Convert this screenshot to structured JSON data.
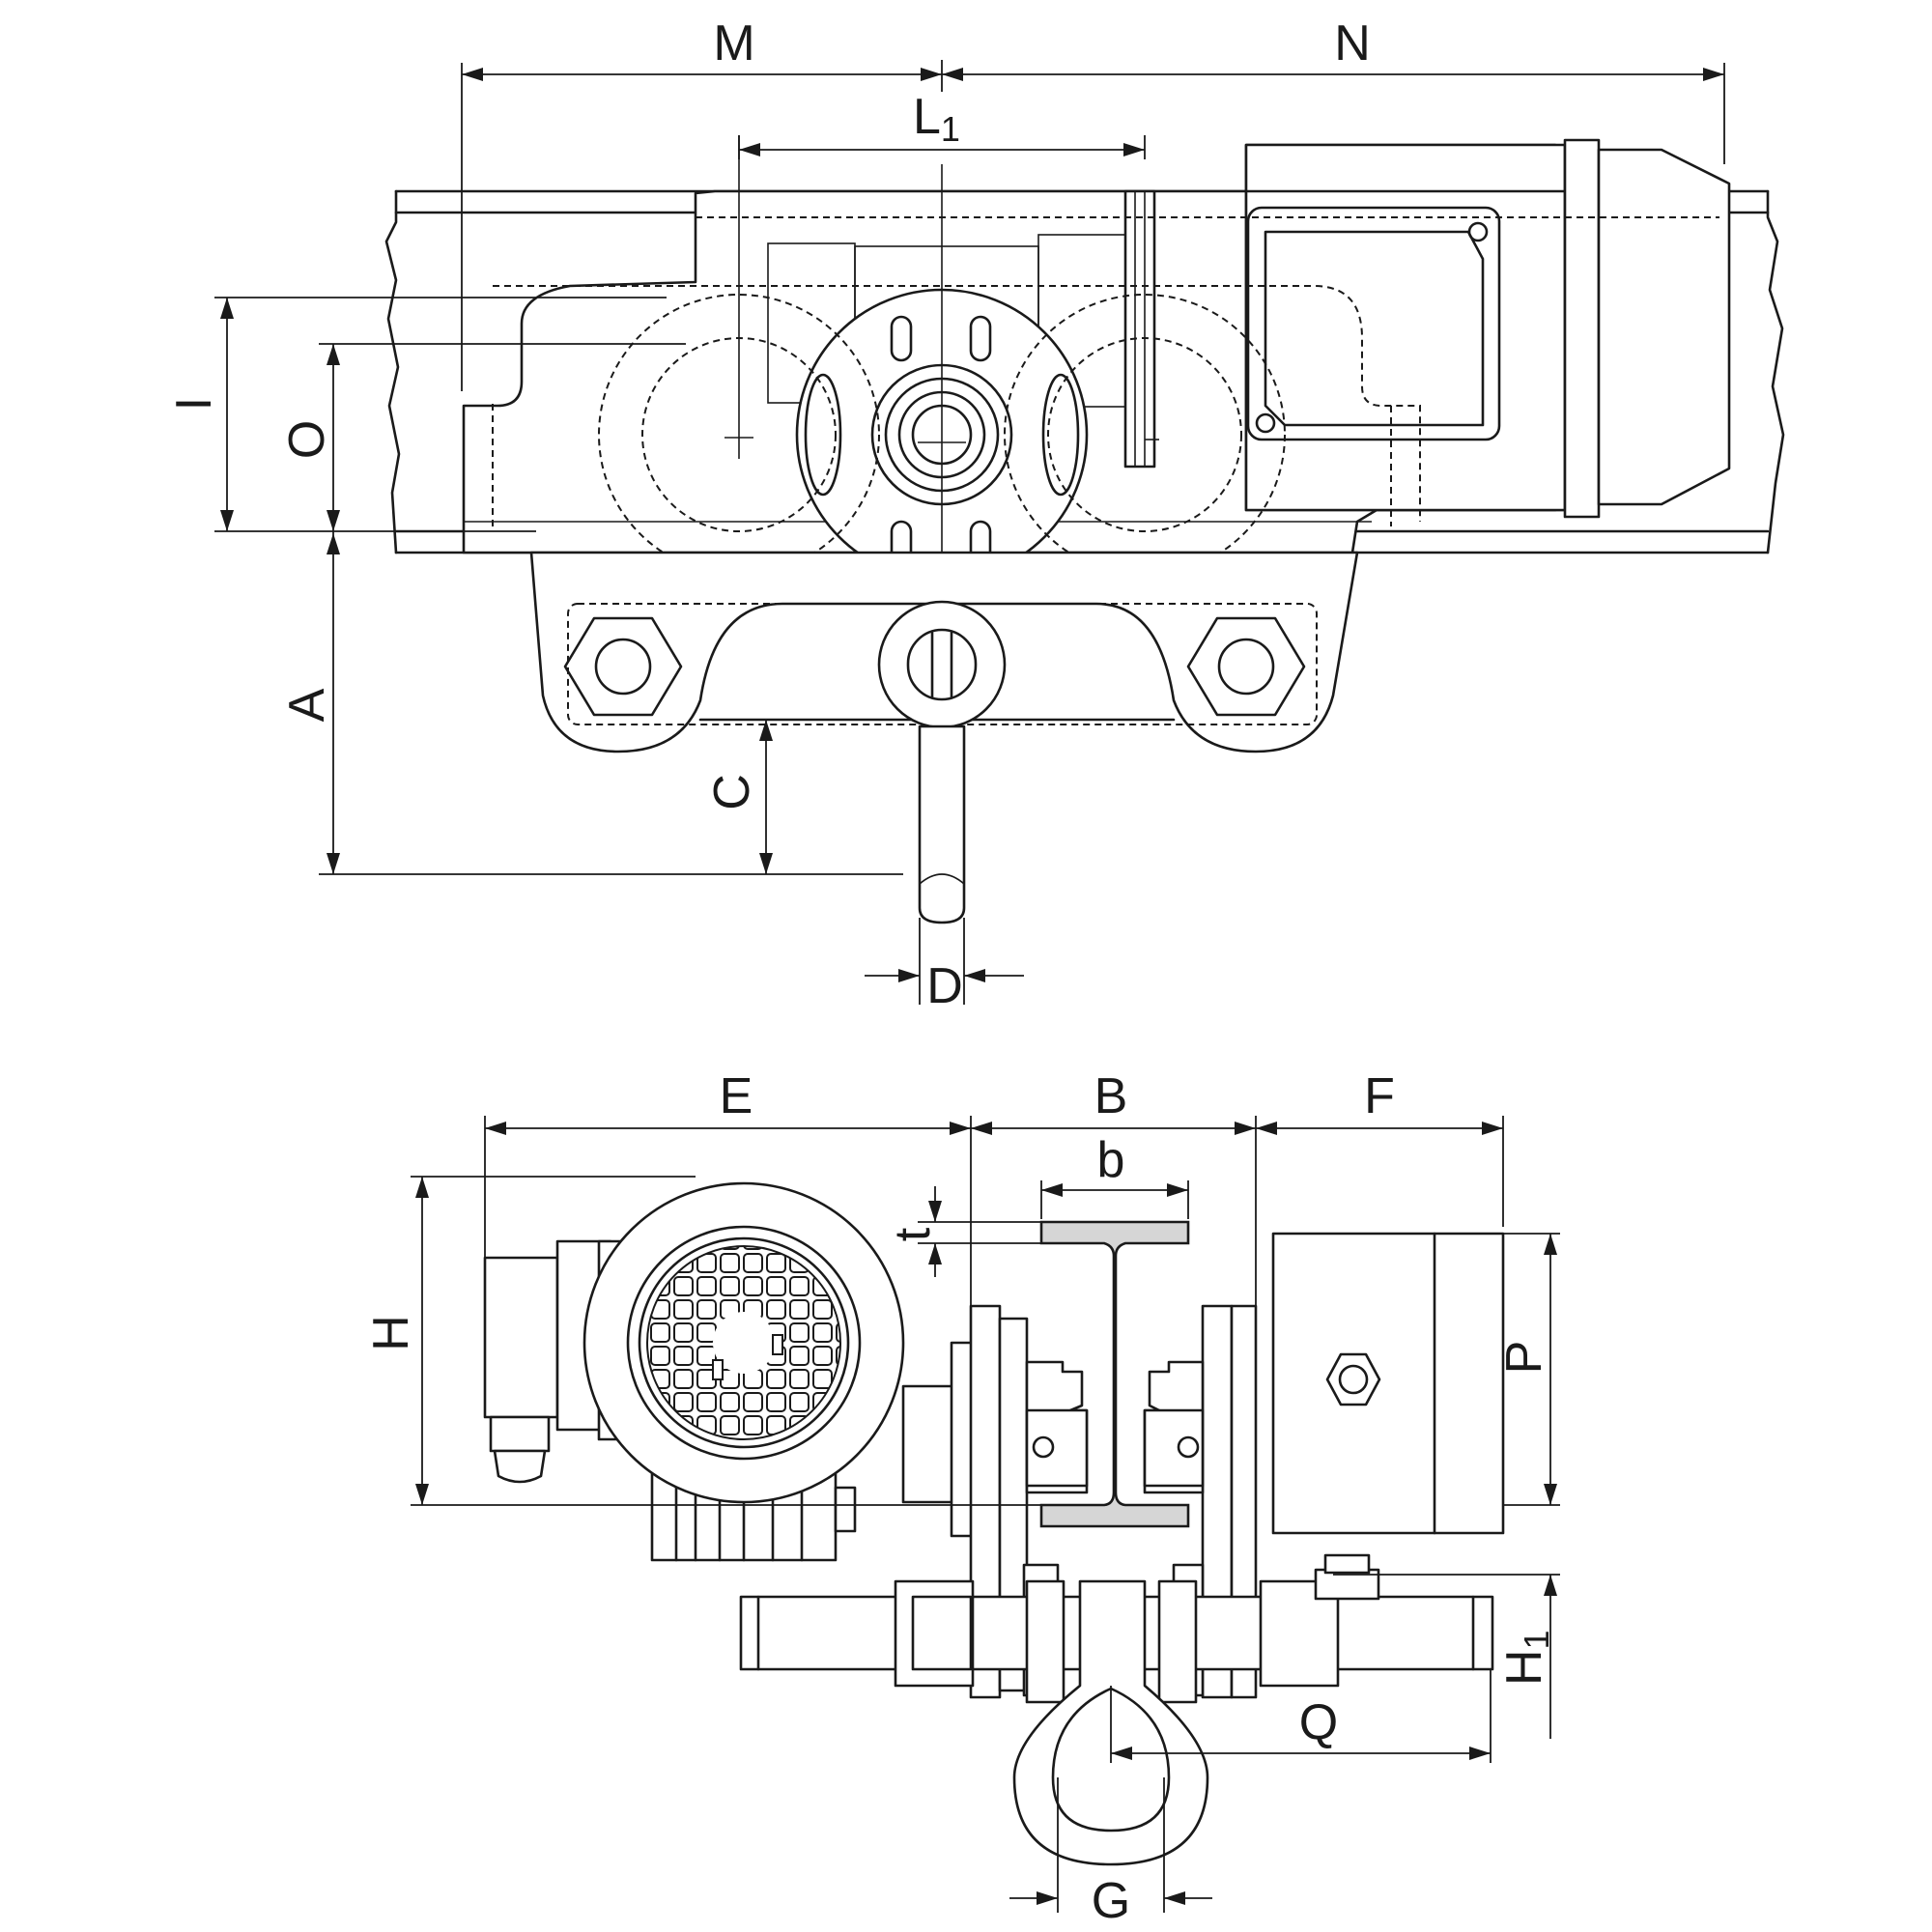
{
  "labels": {
    "M": "M",
    "N": "N",
    "L1_main": "L",
    "L1_sub": "1",
    "I": "I",
    "O": "O",
    "A": "A",
    "C": "C",
    "D": "D",
    "E": "E",
    "B": "B",
    "F": "F",
    "b": "b",
    "t": "t",
    "H": "H",
    "P": "P",
    "H1_main": "H",
    "H1_sub": "1",
    "Q": "Q",
    "G": "G"
  }
}
